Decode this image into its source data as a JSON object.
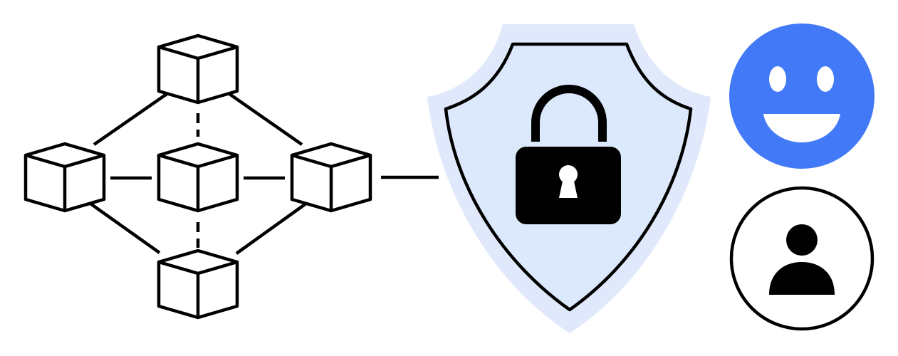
{
  "illustration": {
    "network": {
      "cubes": [
        "top",
        "left",
        "center",
        "right",
        "bottom"
      ],
      "links": [
        {
          "from": "top",
          "to": "left",
          "style": "solid"
        },
        {
          "from": "top",
          "to": "right",
          "style": "solid"
        },
        {
          "from": "left",
          "to": "bottom",
          "style": "solid"
        },
        {
          "from": "right",
          "to": "bottom",
          "style": "solid"
        },
        {
          "from": "left",
          "to": "center",
          "style": "solid"
        },
        {
          "from": "center",
          "to": "right",
          "style": "solid"
        },
        {
          "from": "top",
          "to": "center",
          "style": "dashed"
        },
        {
          "from": "center",
          "to": "bottom",
          "style": "dashed"
        },
        {
          "from": "right",
          "to": "shield",
          "style": "solid"
        }
      ]
    },
    "shield": {
      "icon": "shield-lock-icon",
      "glow_color": "#dfe9fb",
      "fill_color": "#dce8fb",
      "lock_color": "#000000"
    },
    "avatars": [
      {
        "icon": "smiley-face-icon",
        "color": "#4279f7"
      },
      {
        "icon": "user-profile-icon",
        "color": "#000000"
      }
    ]
  }
}
